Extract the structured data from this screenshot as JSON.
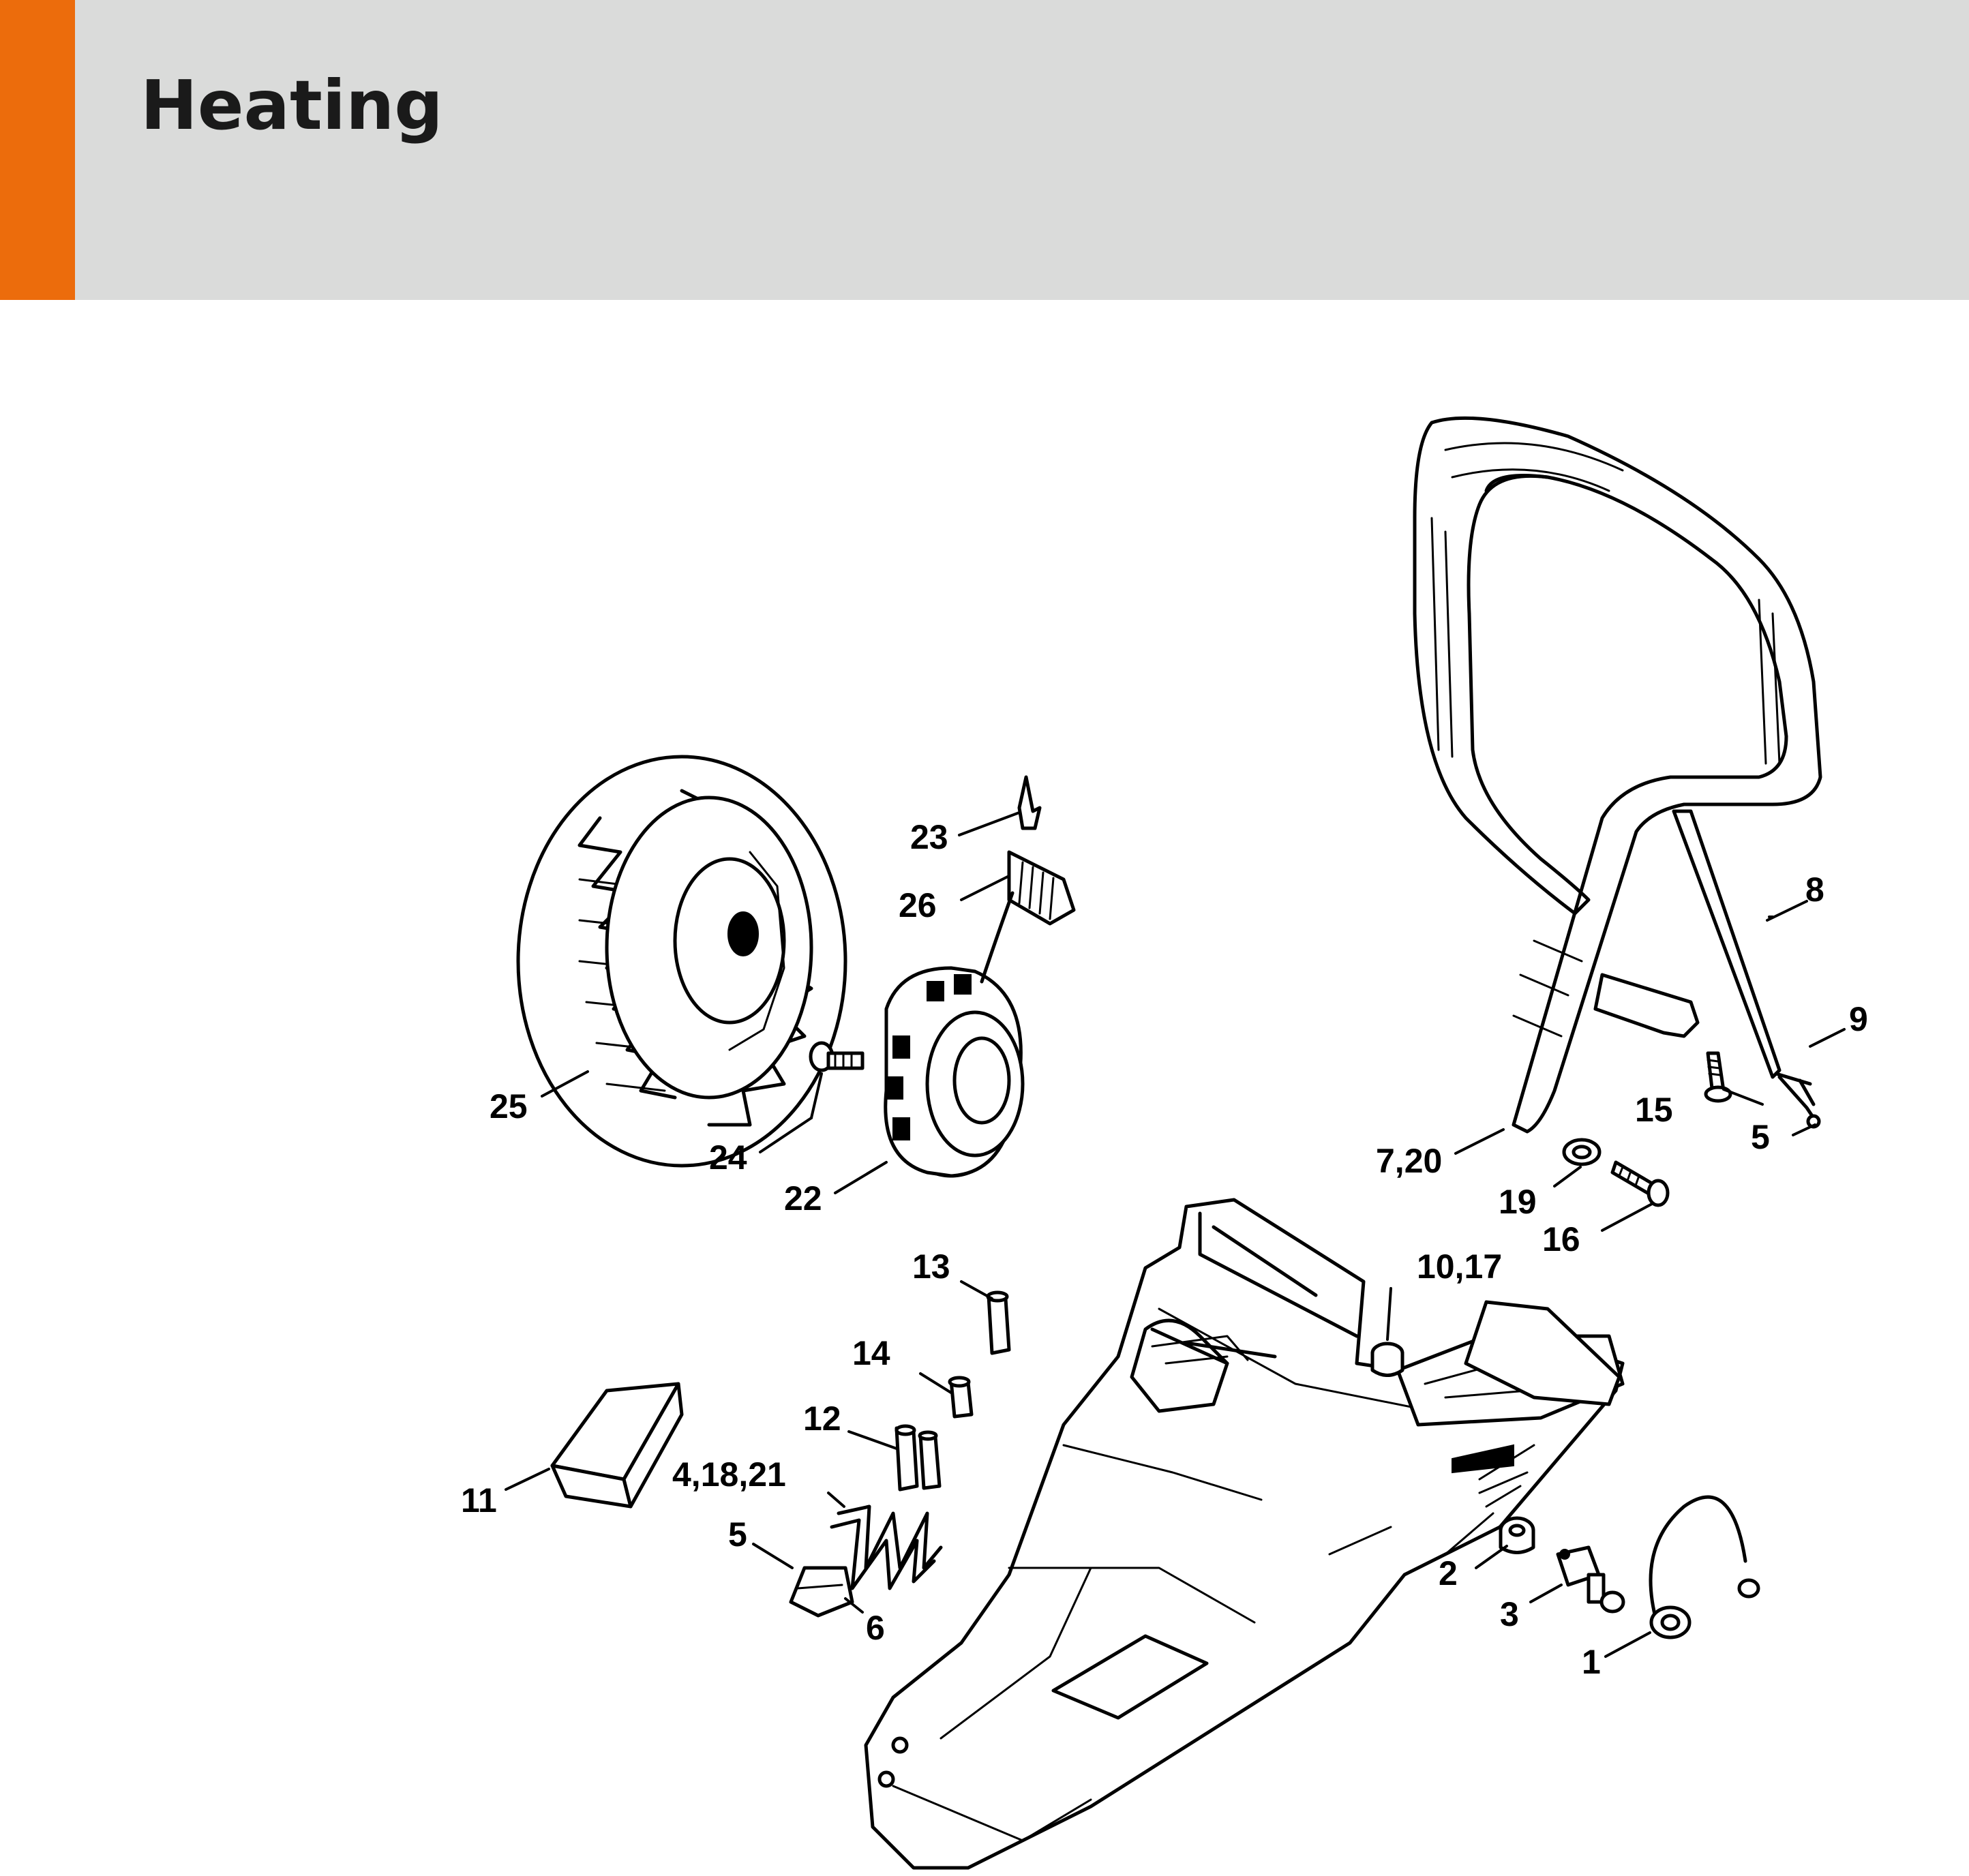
{
  "header": {
    "title": "Heating",
    "accent_color": "#ec6c0c",
    "background_color": "#dadbda"
  },
  "diagram": {
    "labels": [
      {
        "id": "label-1",
        "text": "1"
      },
      {
        "id": "label-2",
        "text": "2"
      },
      {
        "id": "label-3",
        "text": "3"
      },
      {
        "id": "label-4-18-21",
        "text": "4,18,21"
      },
      {
        "id": "label-5-left",
        "text": "5"
      },
      {
        "id": "label-5-right",
        "text": "5"
      },
      {
        "id": "label-6",
        "text": "6"
      },
      {
        "id": "label-7-20",
        "text": "7,20"
      },
      {
        "id": "label-8",
        "text": "8"
      },
      {
        "id": "label-9",
        "text": "9"
      },
      {
        "id": "label-10-17",
        "text": "10,17"
      },
      {
        "id": "label-11",
        "text": "11"
      },
      {
        "id": "label-12",
        "text": "12"
      },
      {
        "id": "label-13",
        "text": "13"
      },
      {
        "id": "label-14",
        "text": "14"
      },
      {
        "id": "label-15",
        "text": "15"
      },
      {
        "id": "label-16",
        "text": "16"
      },
      {
        "id": "label-19",
        "text": "19"
      },
      {
        "id": "label-22",
        "text": "22"
      },
      {
        "id": "label-23",
        "text": "23"
      },
      {
        "id": "label-24",
        "text": "24"
      },
      {
        "id": "label-25",
        "text": "25"
      },
      {
        "id": "label-26",
        "text": "26"
      }
    ]
  }
}
